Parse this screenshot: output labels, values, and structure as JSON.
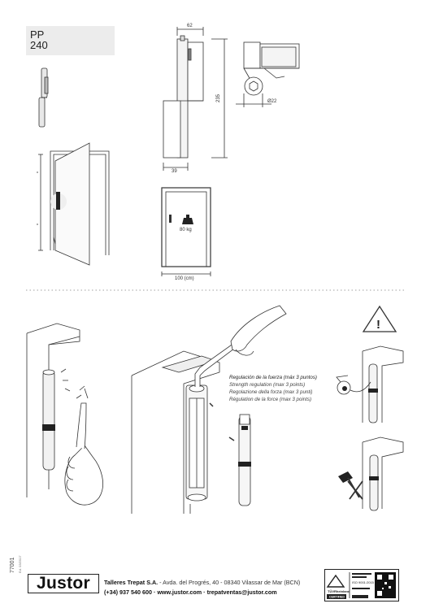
{
  "model": {
    "line1": "PP",
    "line2": "240"
  },
  "dimensions": {
    "width_top": "62",
    "height": "235",
    "width_bottom": "39",
    "diameter": "Ø22",
    "door_weight": "80 kg",
    "door_width": "100 (cm)"
  },
  "regulation": {
    "es": "Regulación de la fuerza (máx 3 puntos)",
    "en": "Strength regulation (max 3 points)",
    "it": "Regolazione della forza (max 3 punti)",
    "fr": "Régulation de la force (max 3 points)"
  },
  "warning_symbol": "!",
  "footer": {
    "code": "77001",
    "code_sub": "Ed. 03/2017",
    "logo": "Justor",
    "company": "Talleres Trepat S.A.",
    "address": " - Avda. del Progrés, 40 - 08340 Vilassar de Mar (BCN)",
    "contact": "(+34) 937 540 600 · www.justor.com · trepatventas@justor.com",
    "cert_title": "TÜVRheinland",
    "cert_iso": "ISO 9001:2015",
    "cert_label": "CERTIFIED"
  },
  "colors": {
    "ink": "#222222",
    "box": "#ececec",
    "divider": "#b5b5b5"
  }
}
